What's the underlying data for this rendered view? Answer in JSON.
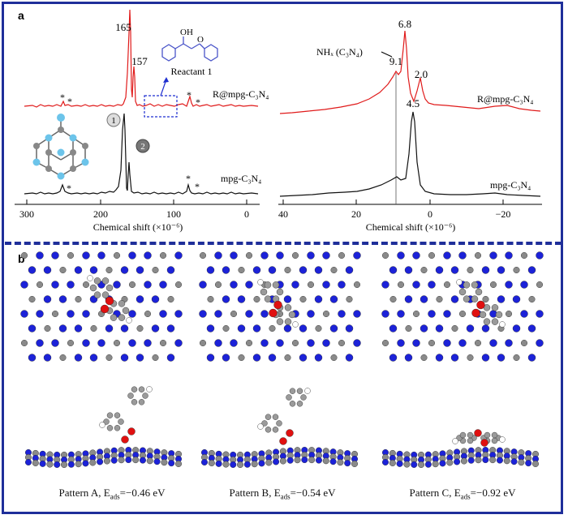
{
  "panel_a": {
    "label": "a",
    "left_chart": {
      "peaks": {
        "p165": "165",
        "p157": "157"
      },
      "markers": {
        "m1": "1",
        "m2": "2"
      },
      "reactant_label": "Reactant 1",
      "struct_oh": "OH",
      "struct_o": "O",
      "series_top": "R@mpg-C₃N₄",
      "series_bottom": "mpg-C₃N₄",
      "asterisk": "*",
      "xlabel": "Chemical shift (×10⁻⁶)",
      "ticks": [
        "300",
        "200",
        "100",
        "0"
      ]
    },
    "right_chart": {
      "peaks": {
        "p68": "6.8",
        "p91": "9.1",
        "p20": "2.0",
        "p45": "4.5"
      },
      "nhx_label": "NHₓ (C₃N₄)",
      "series_top": "R@mpg-C₃N₄",
      "series_bottom": "mpg-C₃N₄",
      "xlabel": "Chemical shift (×10⁻⁶)",
      "ticks": [
        "40",
        "20",
        "0",
        "−20"
      ]
    }
  },
  "panel_b": {
    "label": "b",
    "caption_a": "Pattern A, E",
    "caption_b": "Pattern B, E",
    "caption_c": "Pattern C, E",
    "sub": "ads",
    "energy_a": "=−0.46 eV",
    "energy_b": "=−0.54 eV",
    "energy_c": "=−0.92 eV"
  },
  "colors": {
    "frame": "#1f2f9a",
    "red_series": "#e01a1a",
    "black_series": "#111111",
    "nitrogen": "#1c22d8",
    "carbon": "#8a8a8a",
    "oxygen": "#e01010"
  }
}
